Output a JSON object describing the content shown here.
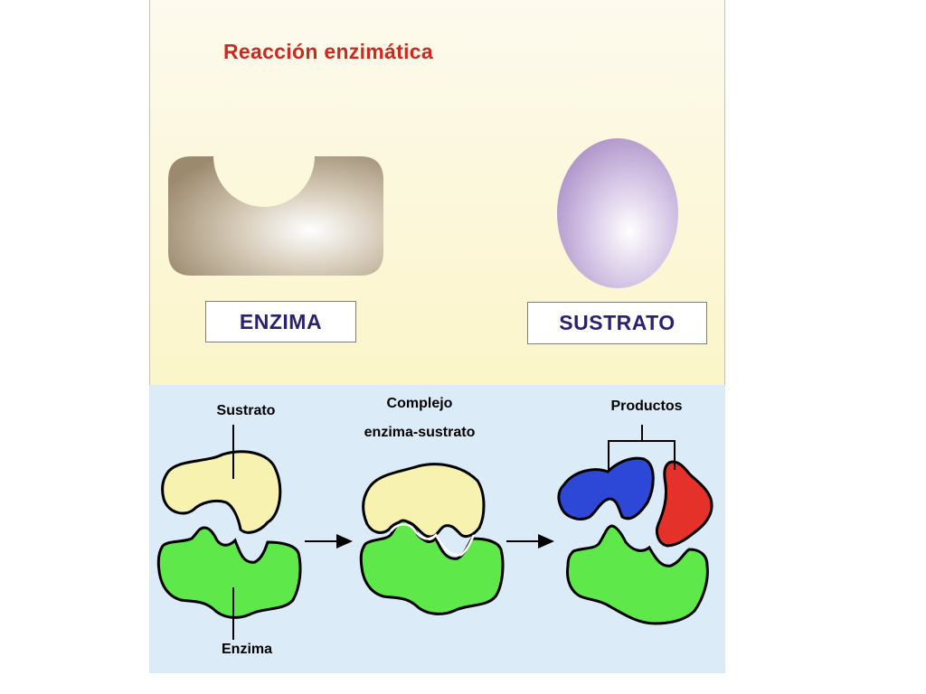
{
  "title": "Reacción enzimática",
  "top_labels": {
    "enzima": "ENZIMA",
    "sustrato": "SUSTRATO"
  },
  "diagram_labels": {
    "sustrato": "Sustrato",
    "complejo_line1": "Complejo",
    "complejo_line2": "enzima-sustrato",
    "productos": "Productos",
    "enzima": "Enzima"
  },
  "colors": {
    "title": "#cc2a1e",
    "label_text": "#2a2270",
    "substrate_yellow": "#f7f2b0",
    "enzyme_green": "#5fe84a",
    "product_blue": "#2d48d6",
    "product_red": "#e4322a",
    "enzyme_model": "#b0a18a",
    "substrate_model": "#c9b6dc"
  }
}
